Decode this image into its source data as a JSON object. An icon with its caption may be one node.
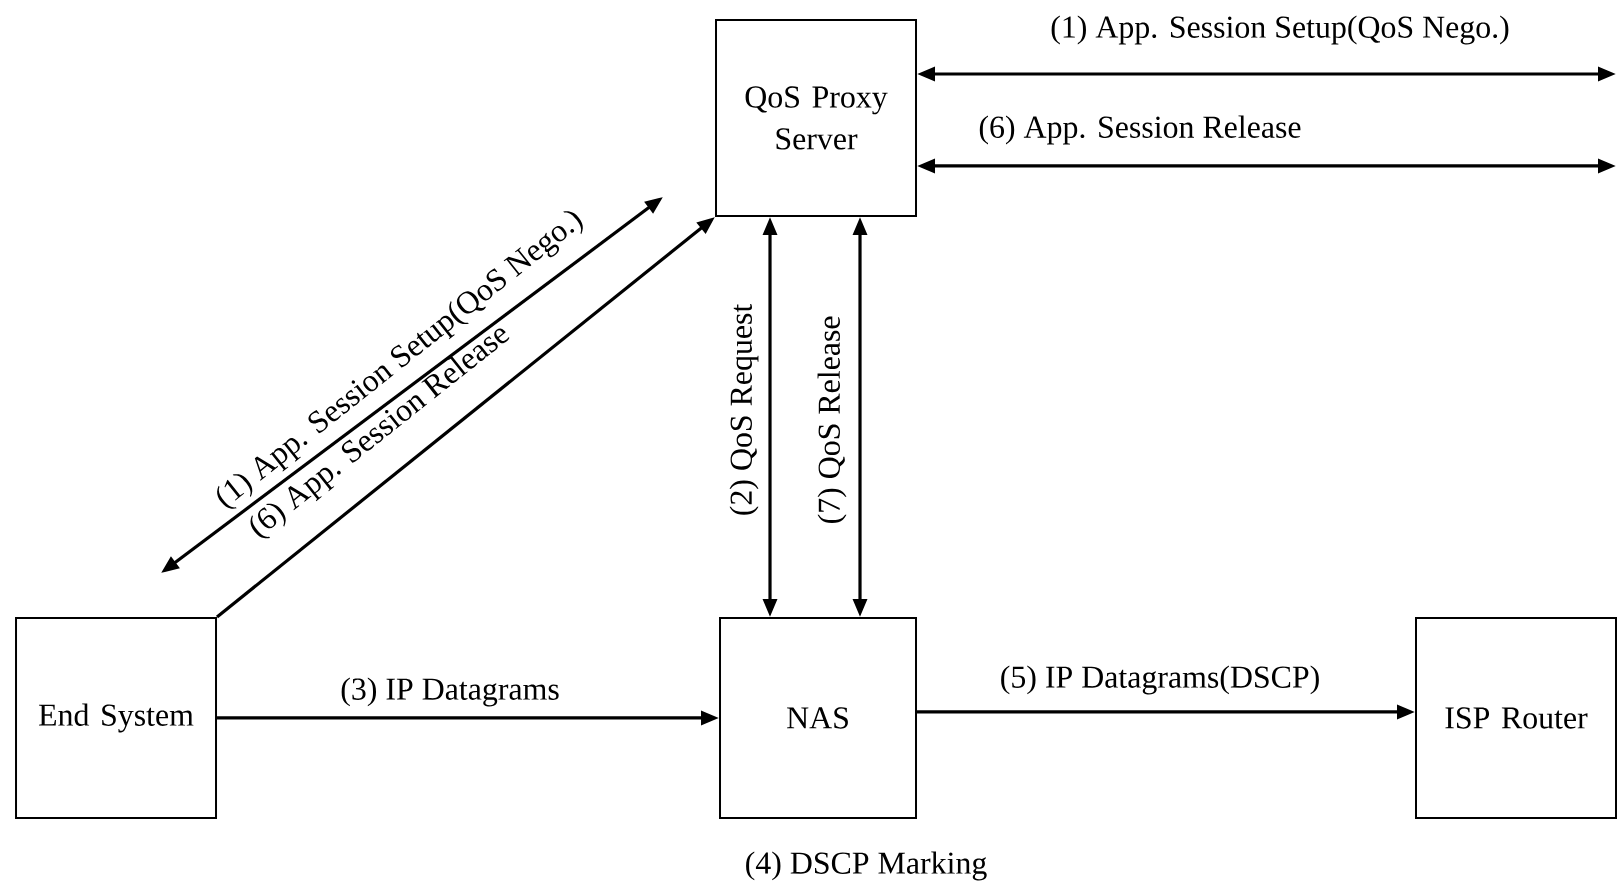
{
  "diagram": {
    "nodes": [
      {
        "text": [
          "QoS Proxy Server"
        ]
      },
      {
        "text": [
          "End System"
        ]
      },
      {
        "text": [
          "NAS"
        ],
        "beside": [
          "(4) DSCP Marking"
        ]
      },
      {
        "text": [
          "ISP Router"
        ]
      }
    ],
    "edges": [
      {
        "from": 1,
        "to": 0,
        "arrow": "both",
        "label": "(1) App. Session Setup(QoS Nego.)"
      },
      {
        "from": 1,
        "to": 0,
        "arrow": "to",
        "label": "(6) App. Session Release"
      },
      {
        "from": 0,
        "to": null,
        "arrow": "both",
        "label": "(1) App. Session Setup(QoS Nego.)"
      },
      {
        "from": 0,
        "to": null,
        "arrow": "both",
        "label": "(6) App. Session Release"
      },
      {
        "from": 0,
        "to": 2,
        "arrow": "both",
        "label": "(2) QoS Request"
      },
      {
        "from": 0,
        "to": 2,
        "arrow": "both",
        "label": "(7) QoS Release"
      },
      {
        "from": 1,
        "to": 2,
        "arrow": "to",
        "label": "(3) IP Datagrams"
      },
      {
        "from": 2,
        "to": 3,
        "arrow": "to",
        "label": "(5) IP Datagrams(DSCP)"
      }
    ]
  }
}
